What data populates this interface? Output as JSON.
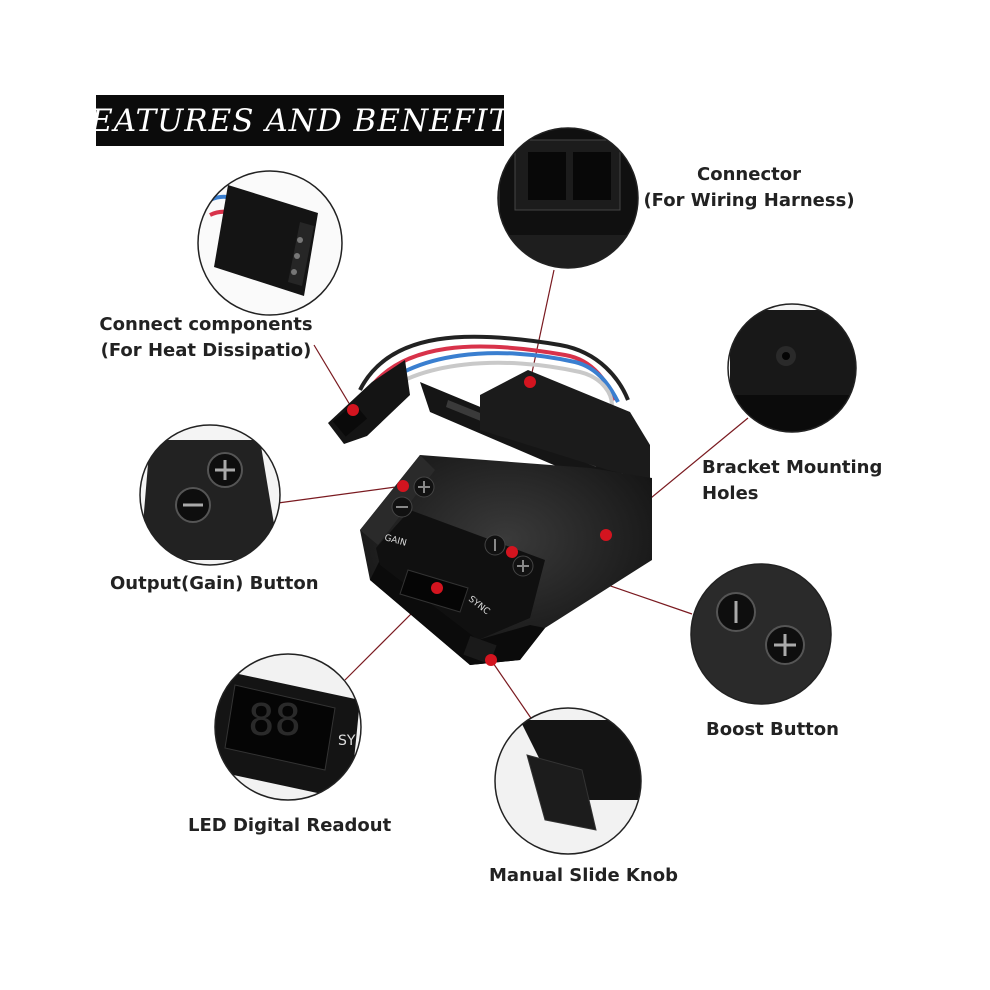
{
  "banner": {
    "title": "FEATURES AND BENEFITS"
  },
  "device": {
    "gain_label": "GAIN",
    "sync_label": "SYNC"
  },
  "callouts": {
    "connector": {
      "line1": "Connector",
      "line2": "(For Wiring Harness)"
    },
    "connect_components": {
      "line1": "Connect components",
      "line2": "(For Heat Dissipatio)"
    },
    "bracket": {
      "line1": "Bracket Mounting",
      "line2": "Holes"
    },
    "output_gain": {
      "line1": "Output(Gain) Button"
    },
    "boost": {
      "line1": "Boost Button"
    },
    "led": {
      "line1": "LED Digital Readout"
    },
    "slide_knob": {
      "line1": "Manual Slide Knob"
    }
  },
  "colors": {
    "marker": "#d3141f",
    "device": "#1a1a1a",
    "wire_red": "#d8324a",
    "wire_blue": "#3a7fd0"
  }
}
